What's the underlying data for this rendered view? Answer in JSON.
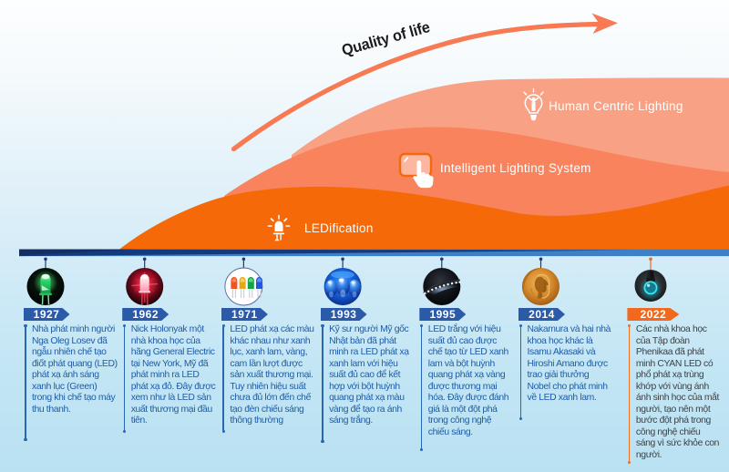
{
  "arrow_label": "Quality of life",
  "waves": {
    "ledification": {
      "label": "LEDification",
      "icon": "led-lamp-icon",
      "color": "#f56908"
    },
    "intelligent_lighting": {
      "label": "Intelligent Lighting System",
      "icon": "touch-panel-icon",
      "color": "#f8835c"
    },
    "human_centric": {
      "label": "Human Centric Lighting",
      "icon": "bulb-person-icon",
      "color": "#f9a184"
    }
  },
  "colors": {
    "arrow": "#f87a52",
    "timeline_bar_navy": "#16397c",
    "timeline_bar_blue": "#3d80c6",
    "year_flag_blue": "#2b5aa8",
    "year_flag_orange": "#f2691d",
    "body_text_blue": "#1e5da8",
    "body_text_gray": "#3d4246"
  },
  "timeline": {
    "items": [
      {
        "year": "1927",
        "marker": "green-led-photo",
        "description": "Nhà phát minh người Nga Oleg Losev đã ngẫu nhiên chế tạo điốt phát quang (LED) phát xạ ánh sáng xanh lục (Green) trong khi chế tạo máy thu thanh."
      },
      {
        "year": "1962",
        "marker": "red-led-photo",
        "description": "Nick Holonyak một nhà khoa học của hãng General Electric tại New York, Mỹ đã phát minh ra LED phát xạ đỏ. Đây được xem như là LED sản xuất thương mại đầu tiên."
      },
      {
        "year": "1971",
        "marker": "multicolor-leds-photo",
        "description": "LED phát xạ các màu khác nhau như xanh lục, xanh lam, vàng, cam lần lượt được sản xuất thương mại. Tuy nhiên hiệu suất chưa đủ lớn đến chế tạo đèn chiếu sáng thông thường"
      },
      {
        "year": "1993",
        "marker": "blue-led-cluster-photo",
        "description": "Kỹ sư người Mỹ gốc Nhật bản đã phát minh ra LED phát xạ xanh lam với hiệu suất đủ cao để kết hợp với bột huỳnh quang phát xạ màu vàng để tạo ra ánh sáng trắng."
      },
      {
        "year": "1995",
        "marker": "white-led-strip-photo",
        "description": "LED trắng với hiệu suất đủ cao được chế tạo từ LED xanh lam và bột huỳnh quang phát xạ vàng được thương mại hóa. Đây được đánh giá là một đột phá trong công nghệ chiếu sáng."
      },
      {
        "year": "2014",
        "marker": "nobel-medal-photo",
        "description": "Nakamura và hai nhà khoa học khác là Isamu Akasaki và Hiroshi Amano được trao giải thưởng Nobel cho phát minh về LED xanh lam."
      },
      {
        "year": "2022",
        "marker": "cyan-led-photo",
        "highlight": true,
        "description": "Các nhà khoa học của Tập đoàn Phenikaa đã phát minh CYAN LED có phổ phát xạ trùng khớp với vùng ánh ánh sinh học của mắt người, tạo nên một bước đột phá trong công nghệ chiếu sáng vì sức khỏe con người."
      }
    ]
  }
}
